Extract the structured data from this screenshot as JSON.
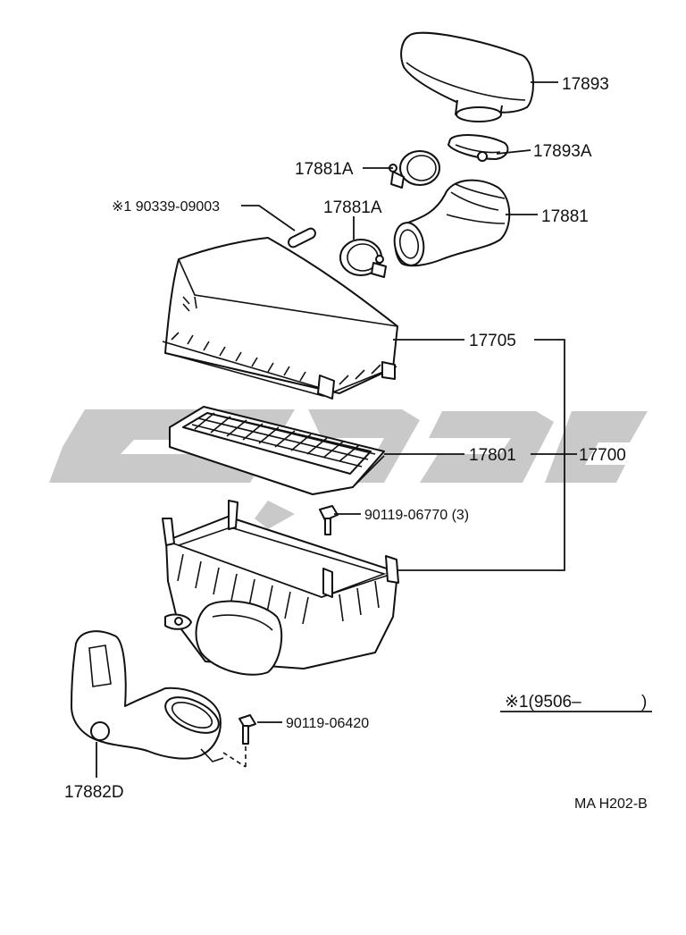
{
  "diagram_code": "MA H202-B",
  "note": {
    "text": "※1(9506–",
    "close": ")"
  },
  "watermark_icon": "brand-logo-watermark",
  "colors": {
    "line": "#111111",
    "watermark": "#c9c9c9",
    "background": "#ffffff"
  },
  "parts": {
    "p17893": "17893",
    "p17893a": "17893A",
    "p17881a_upper": "17881A",
    "p17881a_lower": "17881A",
    "p17881": "17881",
    "p90339": "※1 90339-09003",
    "p17705": "17705",
    "p17801": "17801",
    "p17700": "17700",
    "p90119_06770": "90119-06770 (3)",
    "p90119_06420": "90119-06420",
    "p17882d": "17882D"
  }
}
